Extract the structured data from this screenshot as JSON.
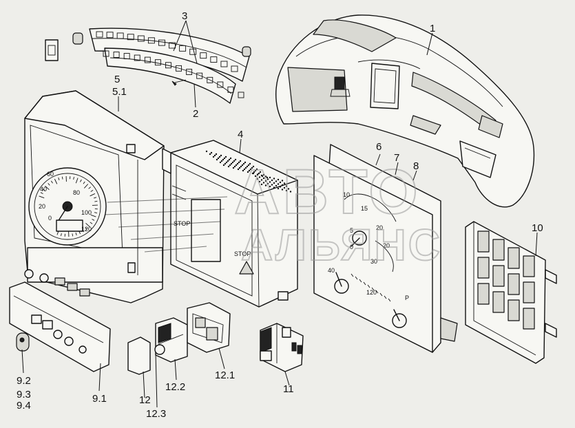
{
  "diagram": {
    "callouts": [
      "1",
      "2",
      "3",
      "4",
      "5",
      "5.1",
      "6",
      "7",
      "8",
      "9.1",
      "9.2",
      "9.3",
      "9.4",
      "10",
      "11",
      "12",
      "12.1",
      "12.2",
      "12.3"
    ],
    "dial_labels": {
      "speedometer": [
        "20",
        "40",
        "60",
        "80",
        "100",
        "120",
        "0"
      ],
      "gauge_panel": [
        "10",
        "15",
        "20",
        "5",
        "0",
        "20",
        "30",
        "40",
        "120",
        "P"
      ],
      "warning_lights": [
        "STOP",
        "STOP"
      ]
    },
    "watermark": {
      "line1": "АВТО",
      "line2": "АЛЬЯНС"
    }
  }
}
